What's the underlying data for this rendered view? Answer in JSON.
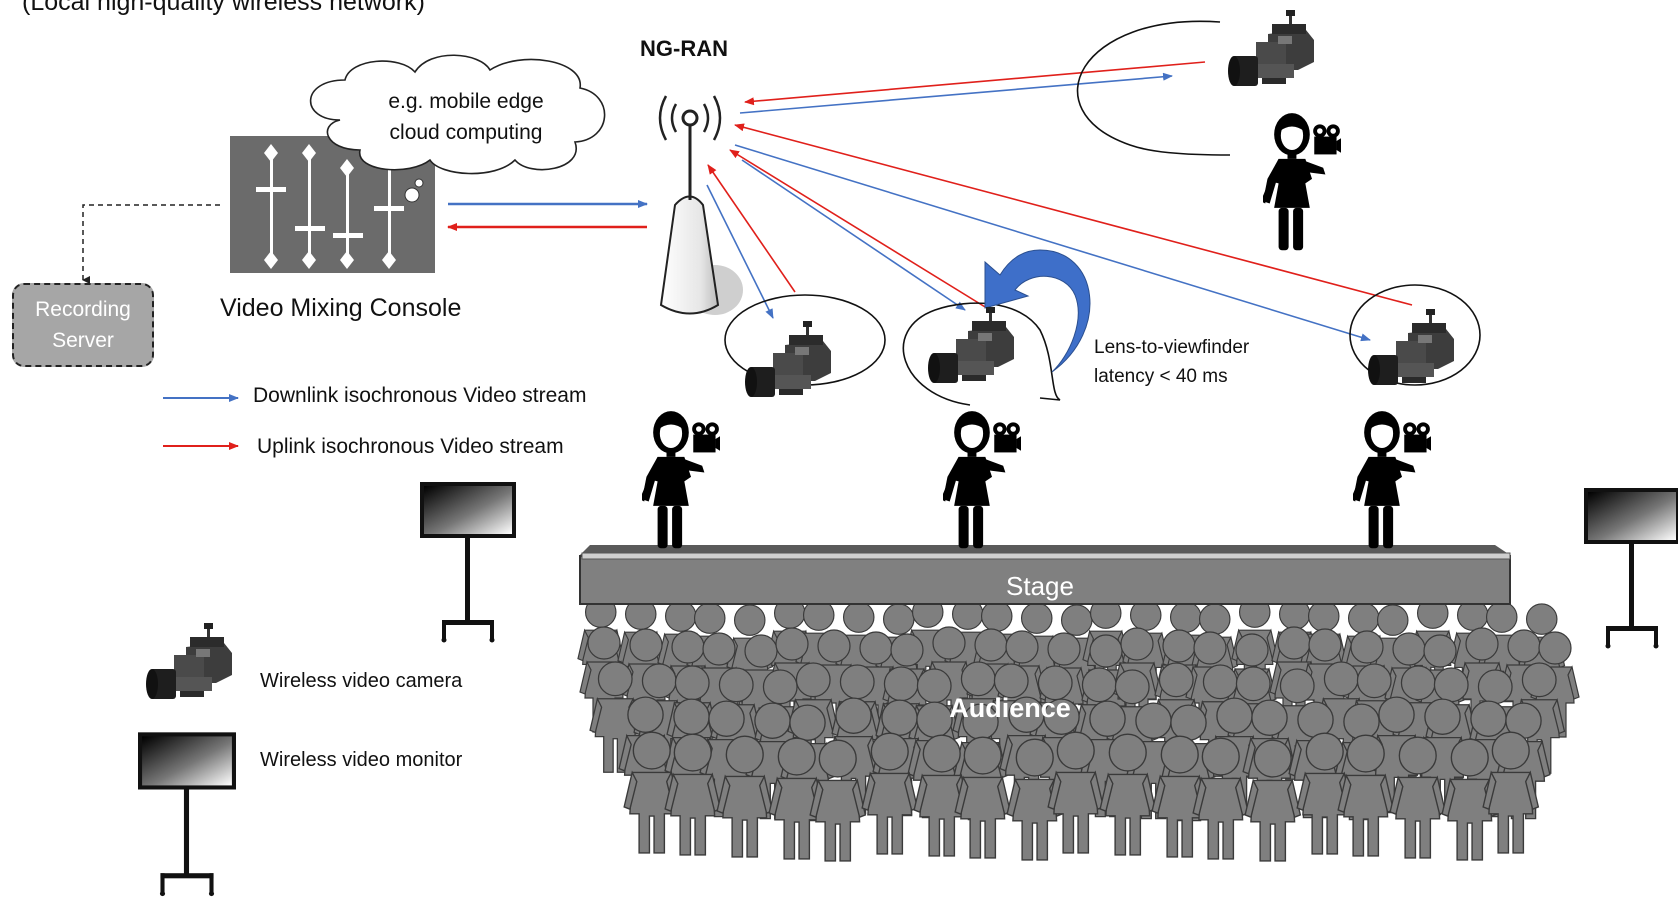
{
  "header": {
    "partial_title": "(Local high-quality wireless network)"
  },
  "network": {
    "node_label": "NG-RAN"
  },
  "cloud": {
    "line1": "e.g. mobile edge",
    "line2": "cloud computing"
  },
  "console": {
    "label": "Video  Mixing Console"
  },
  "recording": {
    "line1": "Recording",
    "line2": "Server"
  },
  "legend": {
    "downlink": "Downlink isochronous  Video stream",
    "uplink": "Uplink isochronous  Video stream",
    "camera": "Wireless video camera",
    "monitor": "Wireless video monitor"
  },
  "latency": {
    "line1": "Lens-to-viewfinder",
    "line2": "latency < 40 ms"
  },
  "stage": {
    "label": "Stage"
  },
  "audience": {
    "label": "Audience"
  },
  "colors": {
    "downlink": "#4472c4",
    "uplink": "#e0201b",
    "crowd": "#7f7f7f",
    "crowd_stroke": "#3a3a3a",
    "stage": "#808080",
    "console_bg": "#6b6b6b",
    "recording_bg": "#a6a6a6",
    "latency_arrow": "#3e6fc9"
  },
  "icons": [
    "antenna-icon",
    "cloud-icon",
    "mixing-console-icon",
    "video-camera-icon",
    "video-monitor-icon",
    "person-icon",
    "movie-camera-icon"
  ]
}
